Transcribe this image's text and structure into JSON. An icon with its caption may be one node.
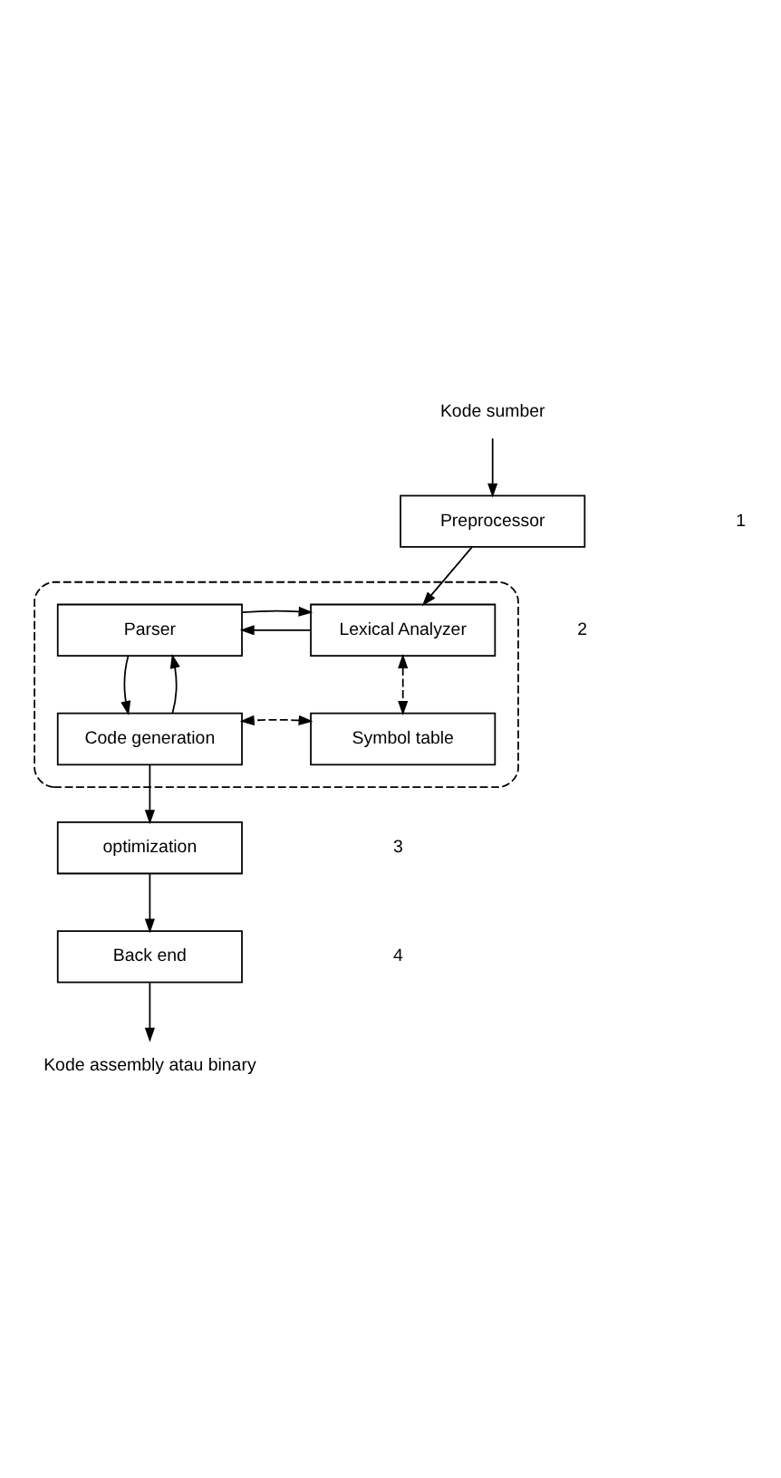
{
  "diagram": {
    "nodes": [
      {
        "text": [
          "Kode sumber"
        ]
      },
      {
        "text": [
          "Preprocessor"
        ]
      },
      {
        "text": [],
        "shape": "box"
      },
      {
        "text": [
          "Lexical Analyzer"
        ],
        "in": 2
      },
      {
        "text": [
          "Parser"
        ],
        "in": 2
      },
      {
        "text": [
          "Symbol table"
        ],
        "in": 2
      },
      {
        "text": [
          "Code generation"
        ],
        "in": 2
      },
      {
        "text": [
          "optimization"
        ]
      },
      {
        "text": [
          "Back end"
        ]
      },
      {
        "text": [
          "Kode assembly atau binary"
        ]
      }
    ],
    "edges": [
      {
        "from": 0,
        "to": 1,
        "arrow": "to"
      },
      {
        "from": 1,
        "to": 3,
        "arrow": "to"
      },
      {
        "from": 3,
        "to": 4,
        "arrow": "to"
      },
      {
        "from": 4,
        "to": 3,
        "arrow": "to"
      },
      {
        "from": 3,
        "to": 5,
        "arrow": "both",
        "style": "dashed"
      },
      {
        "from": 5,
        "to": 6,
        "arrow": "both",
        "style": "dashed"
      },
      {
        "from": 6,
        "to": 4,
        "arrow": "to"
      },
      {
        "from": 4,
        "to": 6,
        "arrow": "to"
      },
      {
        "from": 6,
        "to": 7,
        "arrow": "to"
      },
      {
        "from": 7,
        "to": 8,
        "arrow": "to"
      },
      {
        "from": 8,
        "to": 9,
        "arrow": "to"
      }
    ],
    "labels": [
      "1",
      "2",
      "3",
      "4"
    ]
  }
}
